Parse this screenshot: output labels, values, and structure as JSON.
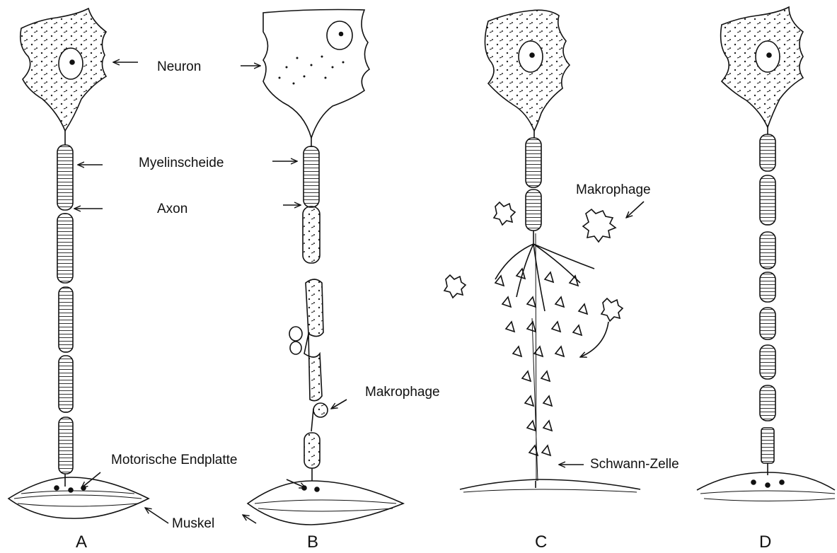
{
  "labels": {
    "neuron": "Neuron",
    "myelin": "Myelinscheide",
    "axon": "Axon",
    "macrophage_b": "Makrophage",
    "motor_endplate": "Motorische Endplatte",
    "muscle": "Muskel",
    "macrophage_c": "Makrophage",
    "schwann_cell": "Schwann-Zelle"
  },
  "panels": {
    "a": "A",
    "b": "B",
    "c": "C",
    "d": "D"
  },
  "colors": {
    "ink": "#111111",
    "paper": "#ffffff"
  }
}
